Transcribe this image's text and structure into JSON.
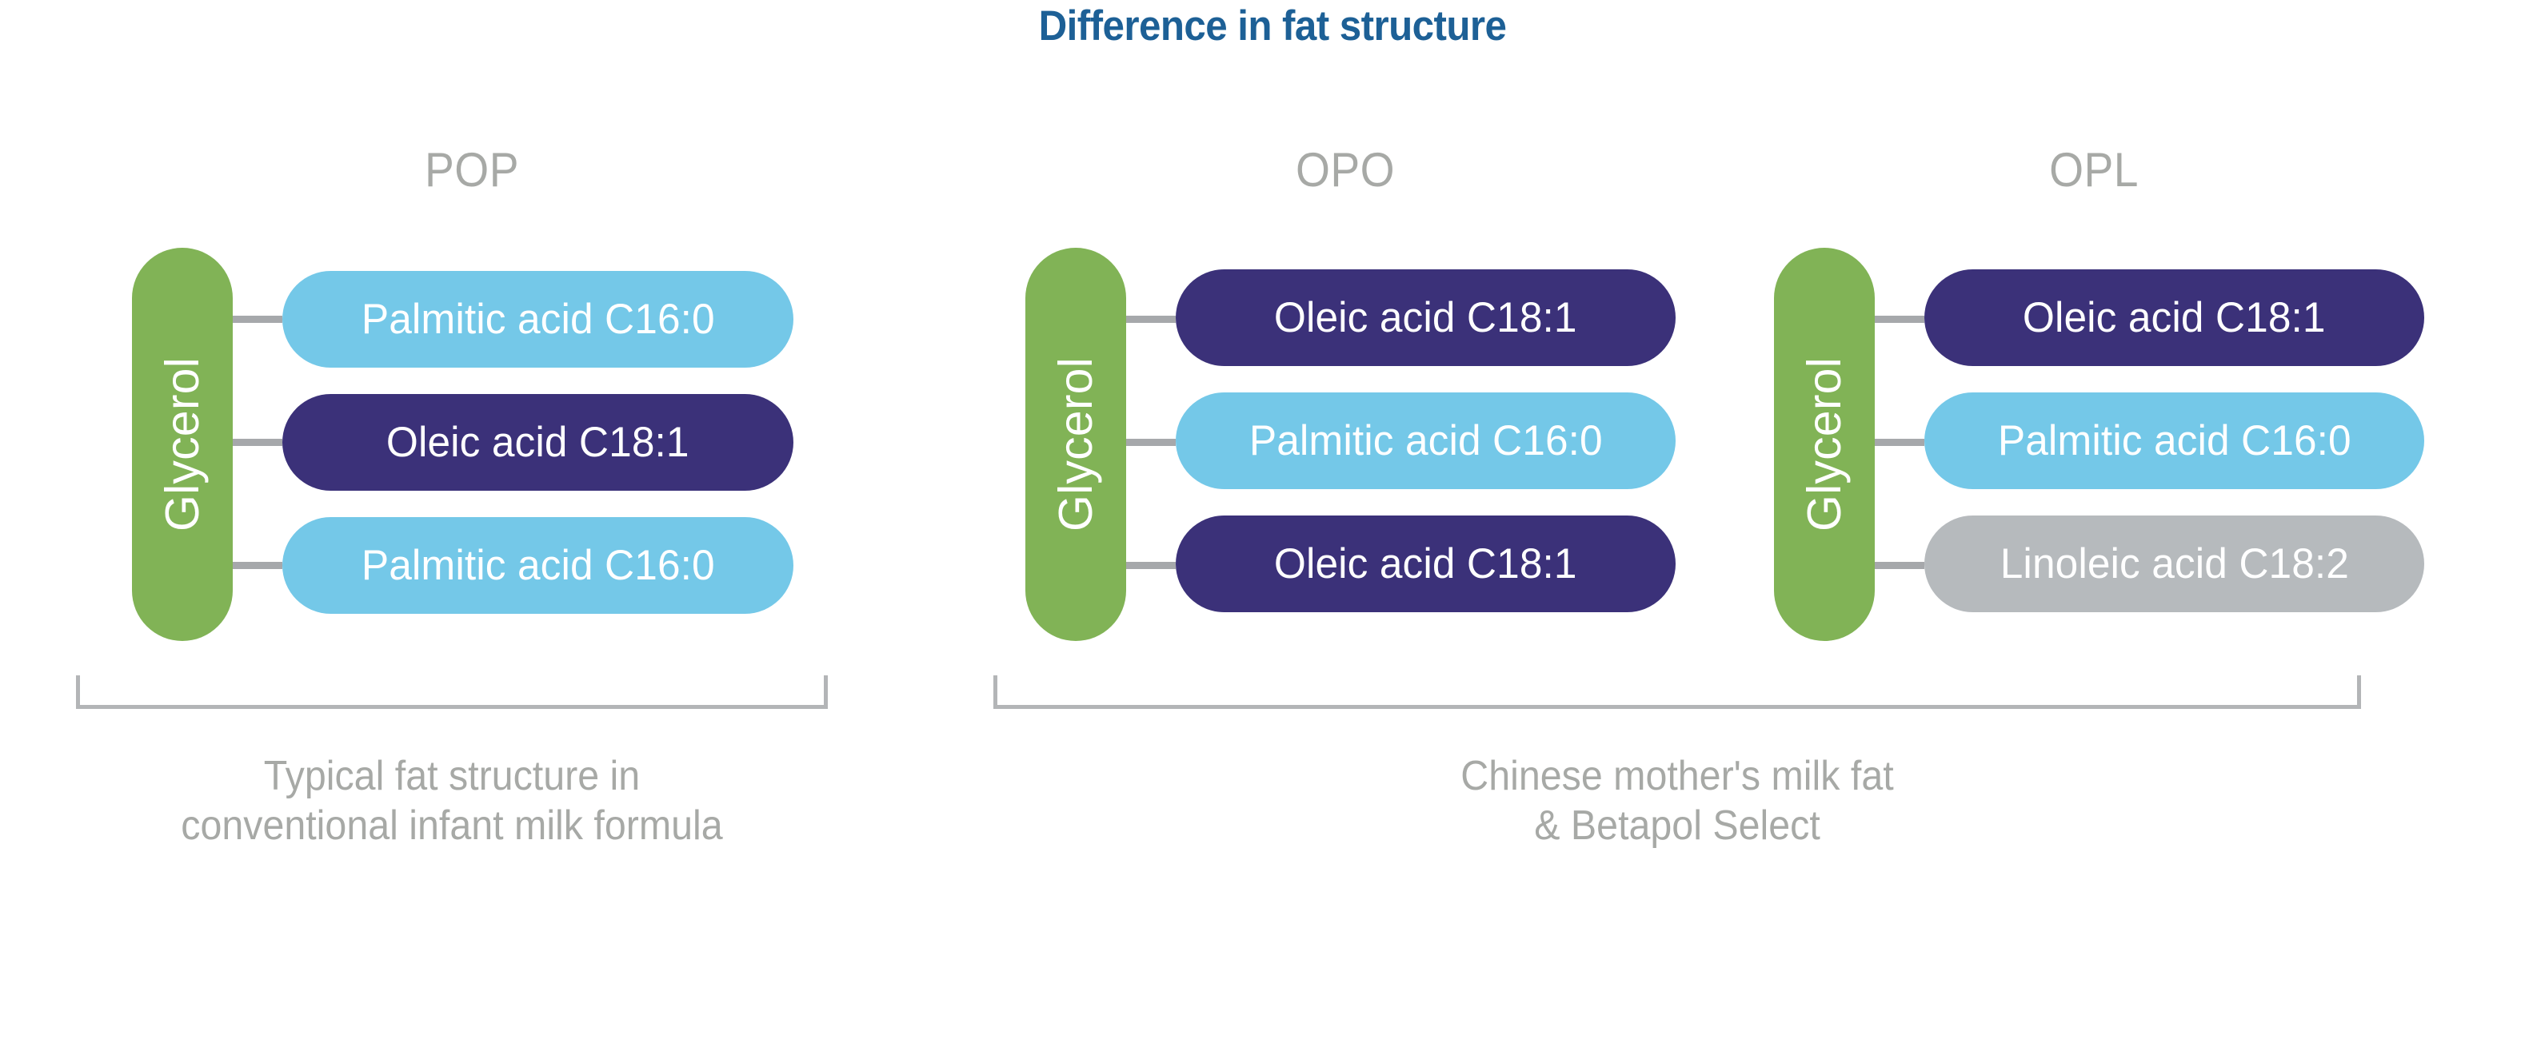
{
  "title": "Difference in fat structure",
  "colors": {
    "title_blue": "#1d6096",
    "glycerol_green": "#81b356",
    "palmitic_light_blue": "#74c8e8",
    "oleic_navy": "#3b3179",
    "linoleic_grey": "#b6babd",
    "label_grey": "#a7a9a6",
    "connector_grey": "#a6a8ab",
    "bracket_grey": "#b3b5b7",
    "background": "#ffffff"
  },
  "groups": [
    {
      "label": "POP",
      "backbone": "Glycerol",
      "positions": [
        {
          "text": "Palmitic acid C16:0",
          "style": "lightblue"
        },
        {
          "text": "Oleic acid C18:1",
          "style": "navy"
        },
        {
          "text": "Palmitic acid C16:0",
          "style": "lightblue"
        }
      ]
    },
    {
      "label": "OPO",
      "backbone": "Glycerol",
      "positions": [
        {
          "text": "Oleic acid C18:1",
          "style": "navy"
        },
        {
          "text": "Palmitic acid C16:0",
          "style": "lightblue"
        },
        {
          "text": "Oleic acid C18:1",
          "style": "navy"
        }
      ]
    },
    {
      "label": "OPL",
      "backbone": "Glycerol",
      "positions": [
        {
          "text": "Oleic acid C18:1",
          "style": "navy"
        },
        {
          "text": "Palmitic acid C16:0",
          "style": "lightblue"
        },
        {
          "text": "Linoleic acid C18:2",
          "style": "grey"
        }
      ]
    }
  ],
  "captions": {
    "left": "Typical fat structure in\nconventional infant milk formula",
    "right": "Chinese mother's milk fat\n& Betapol Select"
  }
}
